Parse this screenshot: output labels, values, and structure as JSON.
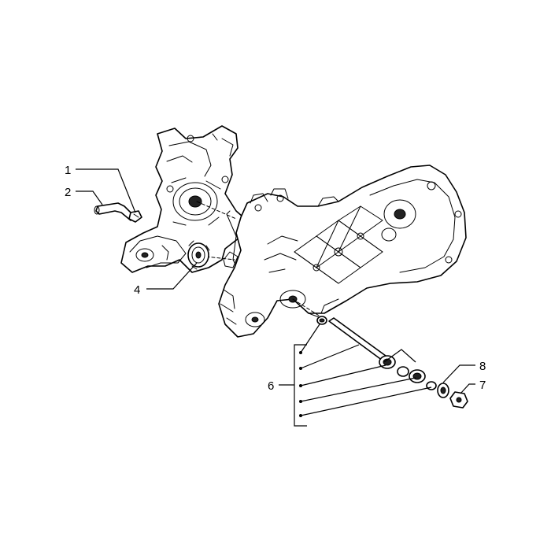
{
  "callouts": [
    {
      "id": "1",
      "label": "1"
    },
    {
      "id": "2",
      "label": "2"
    },
    {
      "id": "4",
      "label": "4"
    },
    {
      "id": "6",
      "label": "6"
    },
    {
      "id": "7",
      "label": "7"
    },
    {
      "id": "8",
      "label": "8"
    }
  ]
}
